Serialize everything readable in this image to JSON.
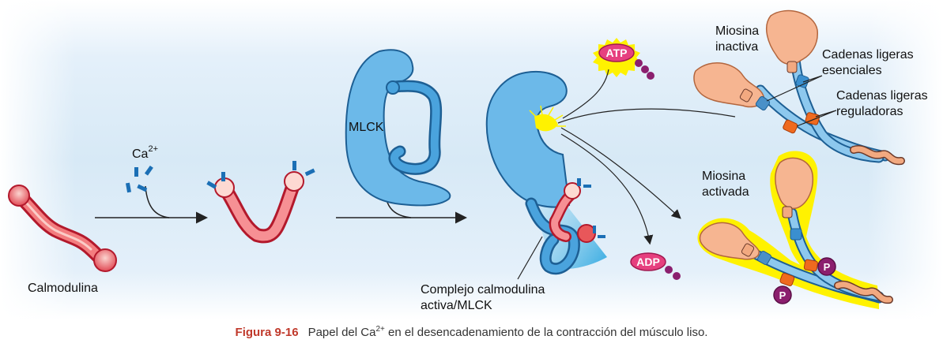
{
  "labels": {
    "calmodulina": "Calmodulina",
    "ca": "Ca",
    "ca_sup": "2+",
    "mlck": "MLCK",
    "atp": "ATP",
    "adp": "ADP",
    "complejo_line1": "Complejo calmodulina",
    "complejo_line2": "activa/MLCK",
    "miosina_inactiva_line1": "Miosina",
    "miosina_inactiva_line2": "inactiva",
    "miosina_activada_line1": "Miosina",
    "miosina_activada_line2": "activada",
    "cadenas_esenciales_line1": "Cadenas ligeras",
    "cadenas_esenciales_line2": "esenciales",
    "cadenas_reguladoras_line1": "Cadenas ligeras",
    "cadenas_reguladoras_line2": "reguladoras",
    "phosphate": "P"
  },
  "caption": {
    "figure_number": "Figura 9-16",
    "text_before": "Papel del Ca",
    "superscript": "2+",
    "text_after": " en el desencadenamiento de la contracción del músculo liso."
  },
  "colors": {
    "background": "#dcebf7",
    "calmodulin": "#e8575a",
    "mlck": "#6bb8e8",
    "atp": "#e6407f",
    "myosin_head": "#f6b591",
    "activated_halo": "#fff200",
    "caption_number": "#c0392b"
  }
}
